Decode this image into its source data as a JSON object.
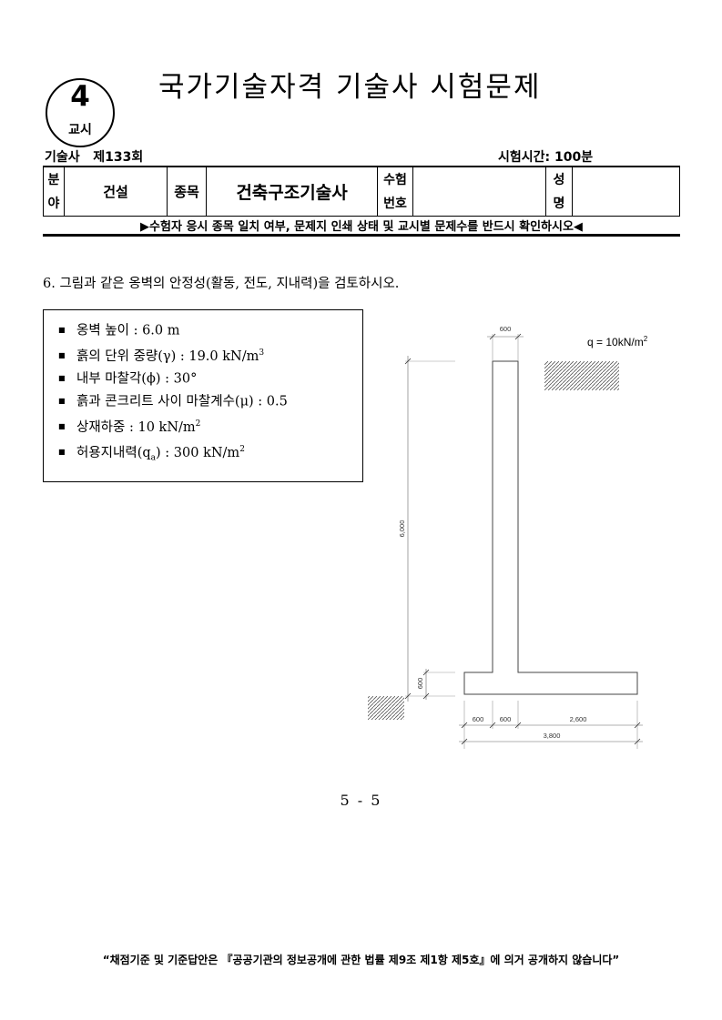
{
  "header": {
    "badge_number": "4",
    "badge_label": "교시",
    "title": "국가기술자격 기술사 시험문제",
    "exam_round": "기술사   제133회",
    "exam_time": "시험시간: 100분"
  },
  "info_table": {
    "field_label": "분야",
    "field_label_top": "분",
    "field_label_bottom": "야",
    "field_value": "건설",
    "item_label": "종목",
    "item_value": "건축구조기술사",
    "exam_no_label_top": "수험",
    "exam_no_label_bottom": "번호",
    "exam_no_value": "",
    "name_label_top": "성",
    "name_label_bottom": "명",
    "name_value": ""
  },
  "notice": "▶수험자 응시 종목 일치 여부, 문제지 인쇄 상태 및 교시별 문제수를 반드시 확인하시오◀",
  "question": {
    "text": "6. 그림과 같은 옹벽의 안정성(활동, 전도, 지내력)을 검토하시오.",
    "conditions": [
      {
        "label": "옹벽 높이 : ",
        "value": "6.0 m",
        "sup": ""
      },
      {
        "label": "흙의 단위 중량(γ) : ",
        "value": "19.0 kN/m",
        "sup": "3"
      },
      {
        "label": "내부 마찰각(ϕ) : ",
        "value": "30°",
        "sup": ""
      },
      {
        "label": "흙과 콘크리트 사이 마찰계수(μ) : ",
        "value": "0.5",
        "sup": ""
      },
      {
        "label": "상재하중 : ",
        "value": "10 kN/m",
        "sup": "2"
      },
      {
        "label": "허용지내력(q",
        "sub": "a",
        "label2": ") : ",
        "value": "300 kN/m",
        "sup": "2"
      }
    ]
  },
  "diagram": {
    "load_label": "q = 10kN/m",
    "load_sup": "2",
    "dim_stem_width": "600",
    "dim_height": "6,000",
    "dim_base_thickness": "600",
    "dim_toe": "600",
    "dim_stem": "600",
    "dim_heel": "2,600",
    "dim_total": "3,800"
  },
  "page_number": "5 - 5",
  "footer": "“채점기준 및 기준답안은 『공공기관의 정보공개에 관한 법률 제9조 제1항 제5호』에 의거 공개하지 않습니다”"
}
